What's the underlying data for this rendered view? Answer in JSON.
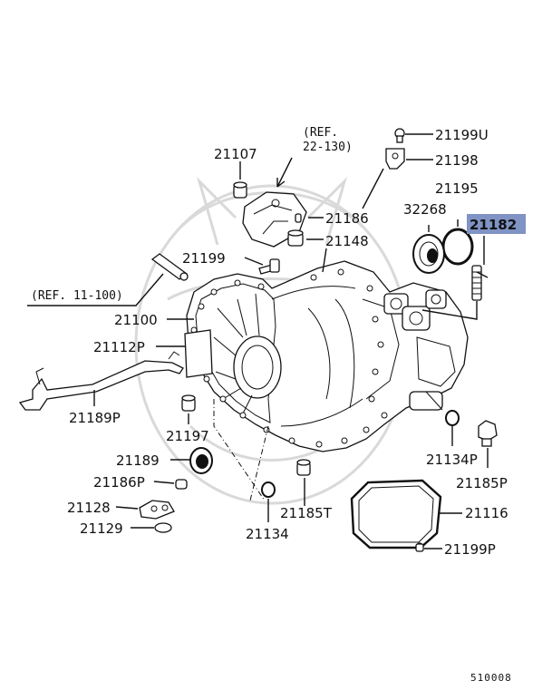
{
  "diagram": {
    "figure_number": "510008",
    "highlight_color": "#7f93c4",
    "references": [
      {
        "id": "ref-22",
        "lines": [
          "(REF.",
          "22-130)"
        ]
      },
      {
        "id": "ref-11",
        "lines": [
          "(REF. 11-100)"
        ]
      }
    ],
    "parts": {
      "p21199U": "21199U",
      "p21198": "21198",
      "p21195": "21195",
      "p32268": "32268",
      "p21182": "21182",
      "p21107": "21107",
      "p21186": "21186",
      "p21148": "21148",
      "p21199": "21199",
      "p21100": "21100",
      "p21112P": "21112P",
      "p21189P": "21189P",
      "p21197": "21197",
      "p21189": "21189",
      "p21186P": "21186P",
      "p21128": "21128",
      "p21129": "21129",
      "p21134": "21134",
      "p21185T": "21185T",
      "p21116": "21116",
      "p21199P": "21199P",
      "p21134P": "21134P",
      "p21185P": "21185P"
    }
  }
}
